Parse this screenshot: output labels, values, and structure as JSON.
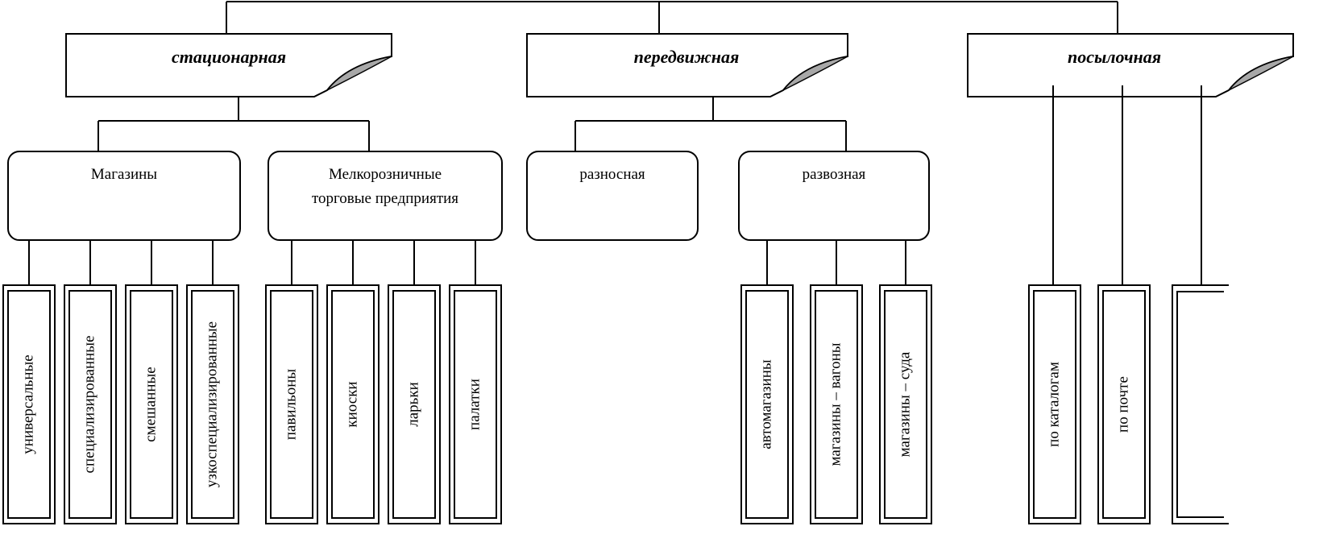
{
  "categories": [
    {
      "label": "стационарная",
      "subgroups": [
        {
          "lines": [
            "Магазины"
          ],
          "leaves": [
            "универсальные",
            "специализированные",
            "смешанные",
            "узкоспециализированные"
          ]
        },
        {
          "lines": [
            "Мелкорозничные",
            "торговые предприятия"
          ],
          "leaves": [
            "павильоны",
            "киоски",
            "ларьки",
            "палатки"
          ]
        }
      ]
    },
    {
      "label": "передвижная",
      "subgroups": [
        {
          "lines": [
            "разносная"
          ],
          "leaves": []
        },
        {
          "lines": [
            "развозная"
          ],
          "leaves": [
            "автомагазины",
            "магазины – вагоны",
            "магазины – суда"
          ]
        }
      ]
    },
    {
      "label": "посылочная",
      "subgroups": [],
      "leaves": [
        "по  каталогам",
        "по почте",
        ""
      ]
    }
  ]
}
